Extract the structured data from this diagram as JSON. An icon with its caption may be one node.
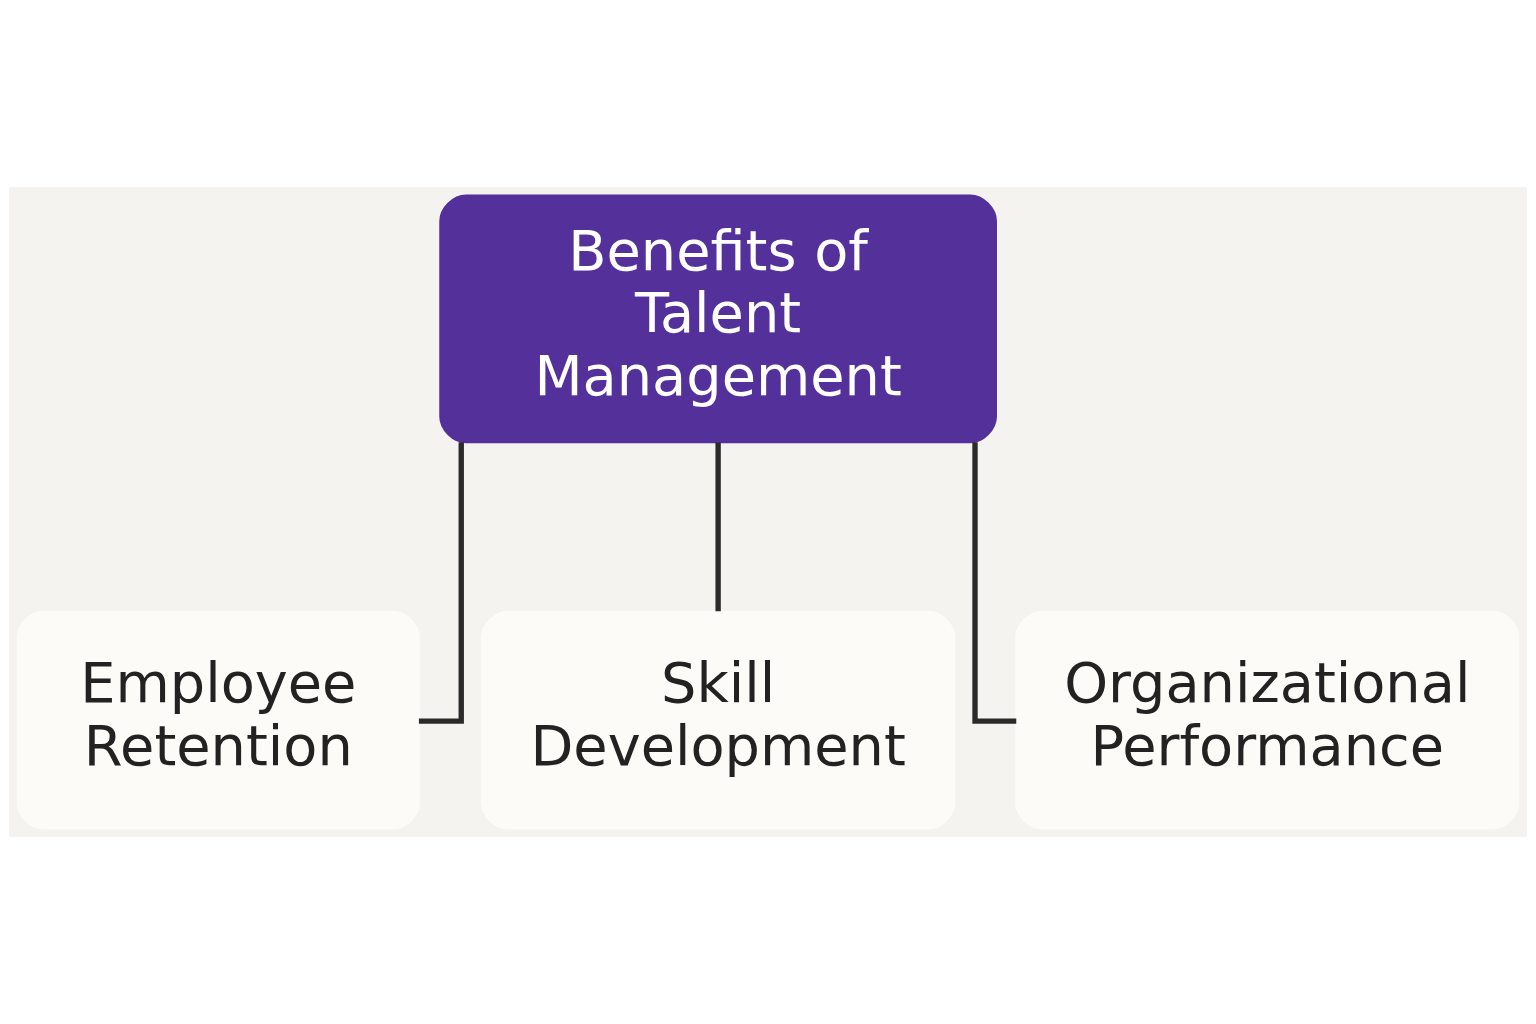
{
  "diagram": {
    "nodes": [
      {
        "text": [
          "Benefits of Talent Management"
        ]
      },
      {
        "text": [
          "Employee Retention"
        ]
      },
      {
        "text": [
          "Skill Development"
        ]
      },
      {
        "text": [
          "Organizational Performance"
        ]
      }
    ],
    "edges": [
      {
        "from": 0,
        "to": 1,
        "arrow": "none"
      },
      {
        "from": 0,
        "to": 2,
        "arrow": "none"
      },
      {
        "from": 0,
        "to": 3,
        "arrow": "none"
      }
    ]
  }
}
